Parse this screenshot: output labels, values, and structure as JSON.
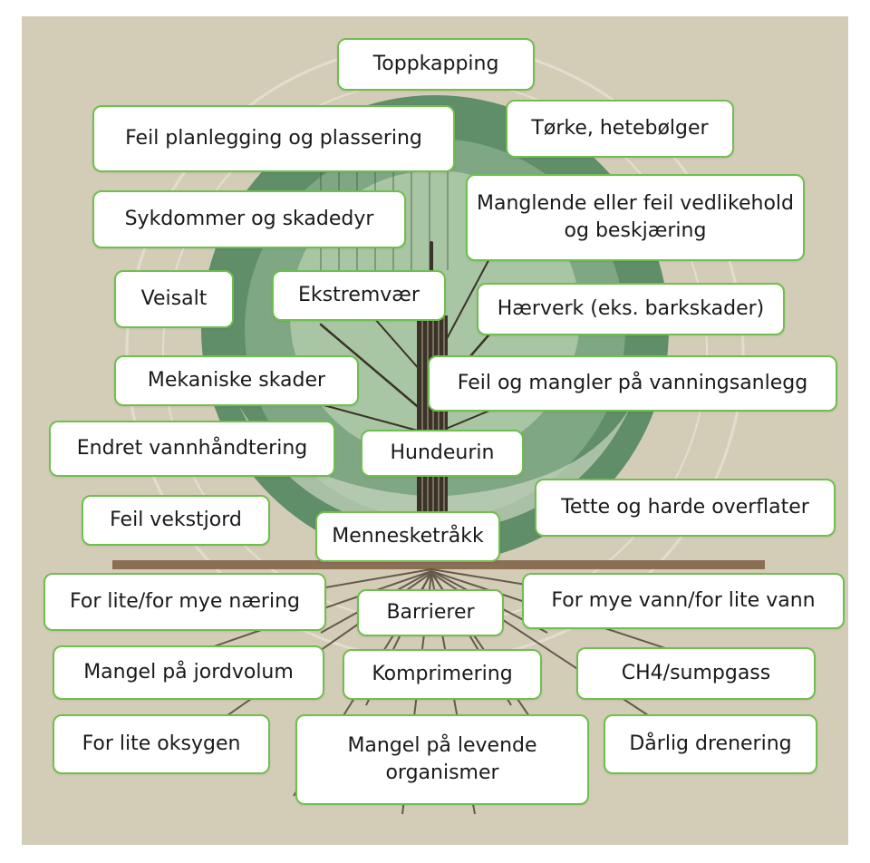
{
  "colors": {
    "background": "#d3cdb8",
    "box_border": "#6fbf4e",
    "canopy_dark": "#4f7e5d",
    "canopy_light": "#a9c6a4",
    "trunk": "#3a3327",
    "ground": "#8a6f55"
  },
  "labels": {
    "toppkapping": "Toppkapping",
    "feil_planlegging": "Feil planlegging og plassering",
    "torke": "Tørke, hetebølger",
    "sykdommer": "Sykdommer og skadedyr",
    "manglende_vedlikehold": "Manglende eller feil vedlikehold og beskjæring",
    "veisalt": "Veisalt",
    "ekstremvaer": "Ekstremvær",
    "haerverk": "Hærverk (eks. barkskader)",
    "mekaniske_skader": "Mekaniske skader",
    "vanningsanlegg": "Feil og mangler på vanningsanlegg",
    "endret_vannhandtering": "Endret vannhåndtering",
    "hundeurin": "Hundeurin",
    "tette_overflater": "Tette og harde overflater",
    "feil_vekstjord": "Feil vekstjord",
    "menneskettrakk": "Mennesketråkk",
    "naering": "For lite/for mye næring",
    "barrierer": "Barrierer",
    "vann": "For mye vann/for lite vann",
    "jordvolum": "Mangel på jordvolum",
    "komprimering": "Komprimering",
    "ch4": "CH4/sumpgass",
    "oksygen": "For lite oksygen",
    "levende_organismer": "Mangel på levende organismer",
    "drenering": "Dårlig drenering"
  }
}
